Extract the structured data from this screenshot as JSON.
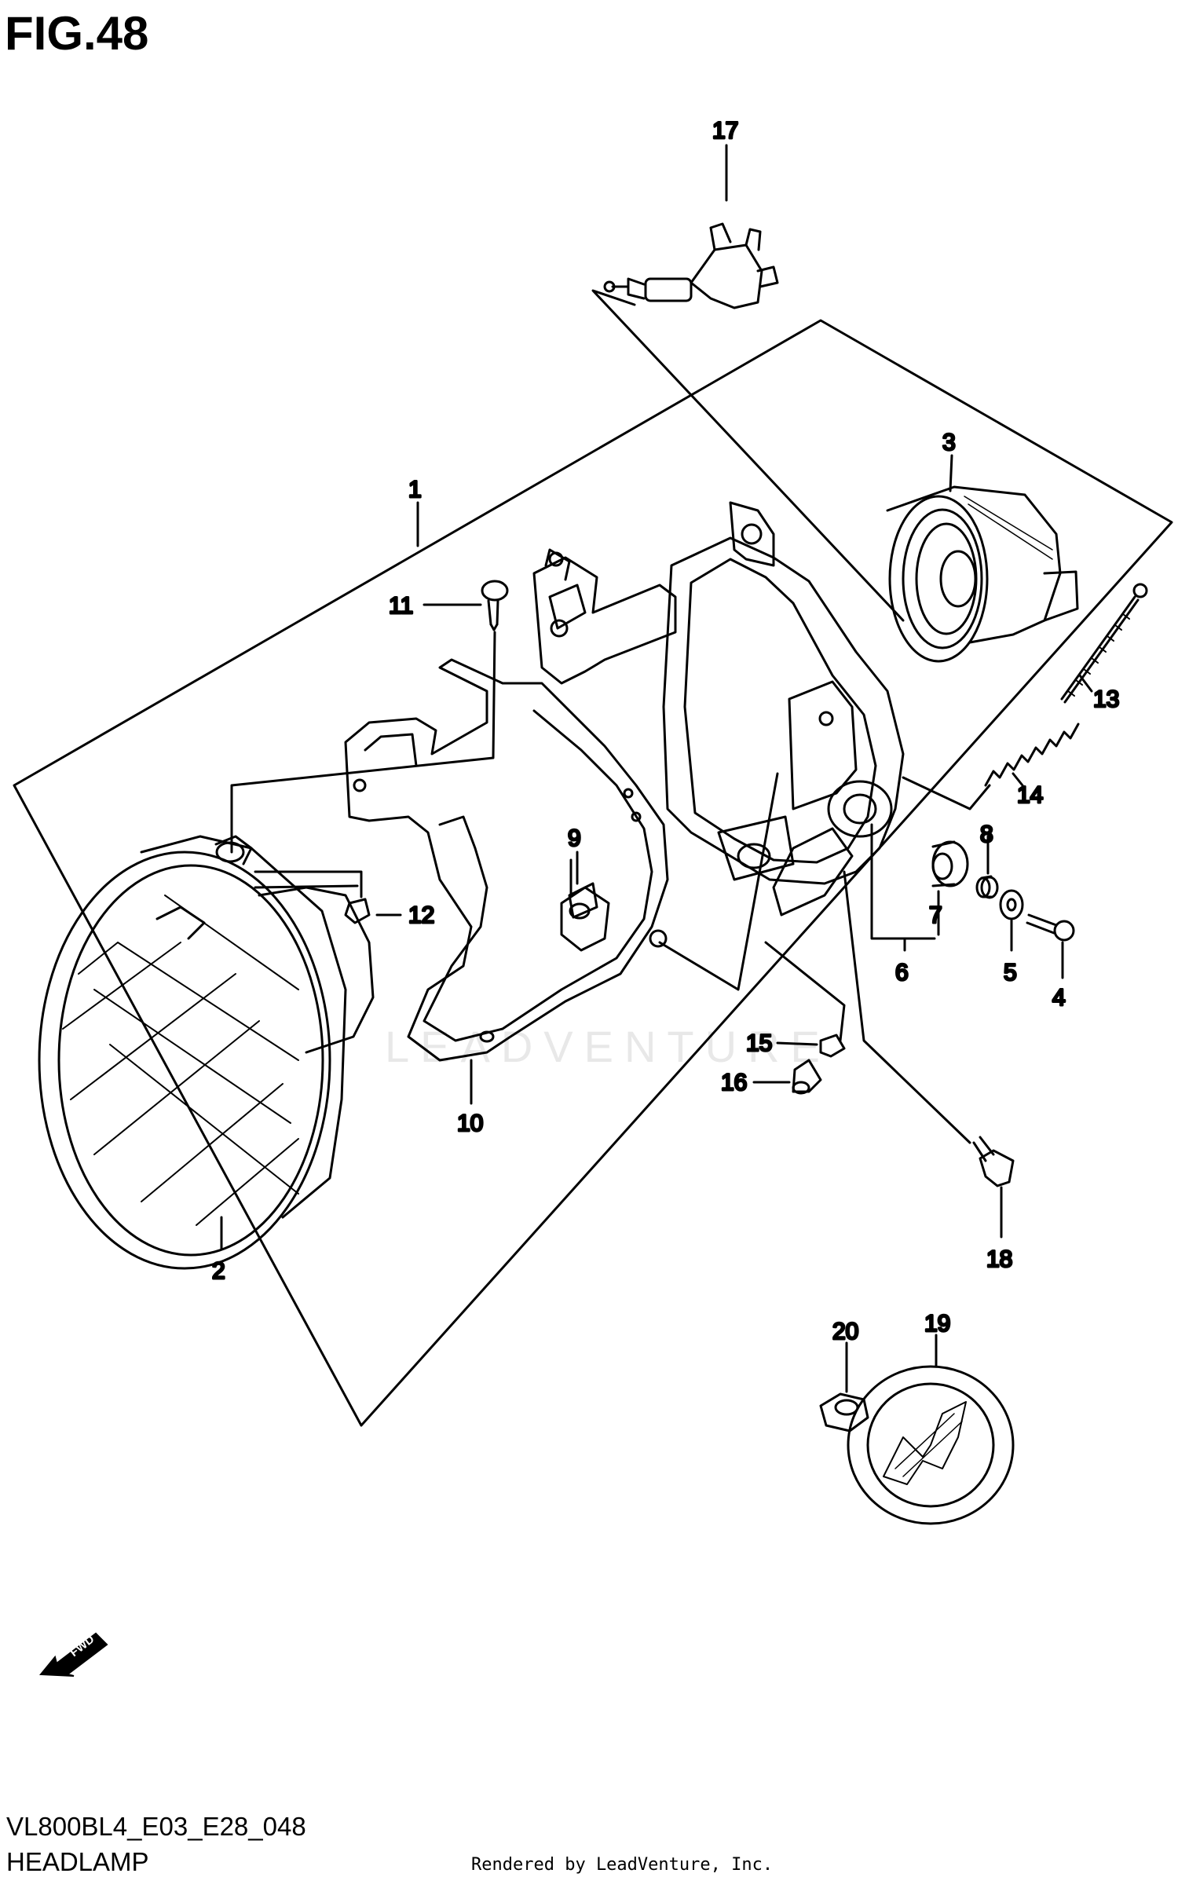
{
  "figure": {
    "title": "FIG.48",
    "caption": "HEADLAMP",
    "code": "VL800BL4_E03_E28_048",
    "rendered_by": "Rendered by LeadVenture, Inc.",
    "watermark": "LEADVENTURE",
    "fwd_label": "FWD"
  },
  "callouts": {
    "c1": "1",
    "c2": "2",
    "c3": "3",
    "c4": "4",
    "c5": "5",
    "c6": "6",
    "c7": "7",
    "c8": "8",
    "c9": "9",
    "c10": "10",
    "c11": "11",
    "c12": "12",
    "c13": "13",
    "c14": "14",
    "c15": "15",
    "c16": "16",
    "c17": "17",
    "c18": "18",
    "c19": "19",
    "c20": "20"
  }
}
